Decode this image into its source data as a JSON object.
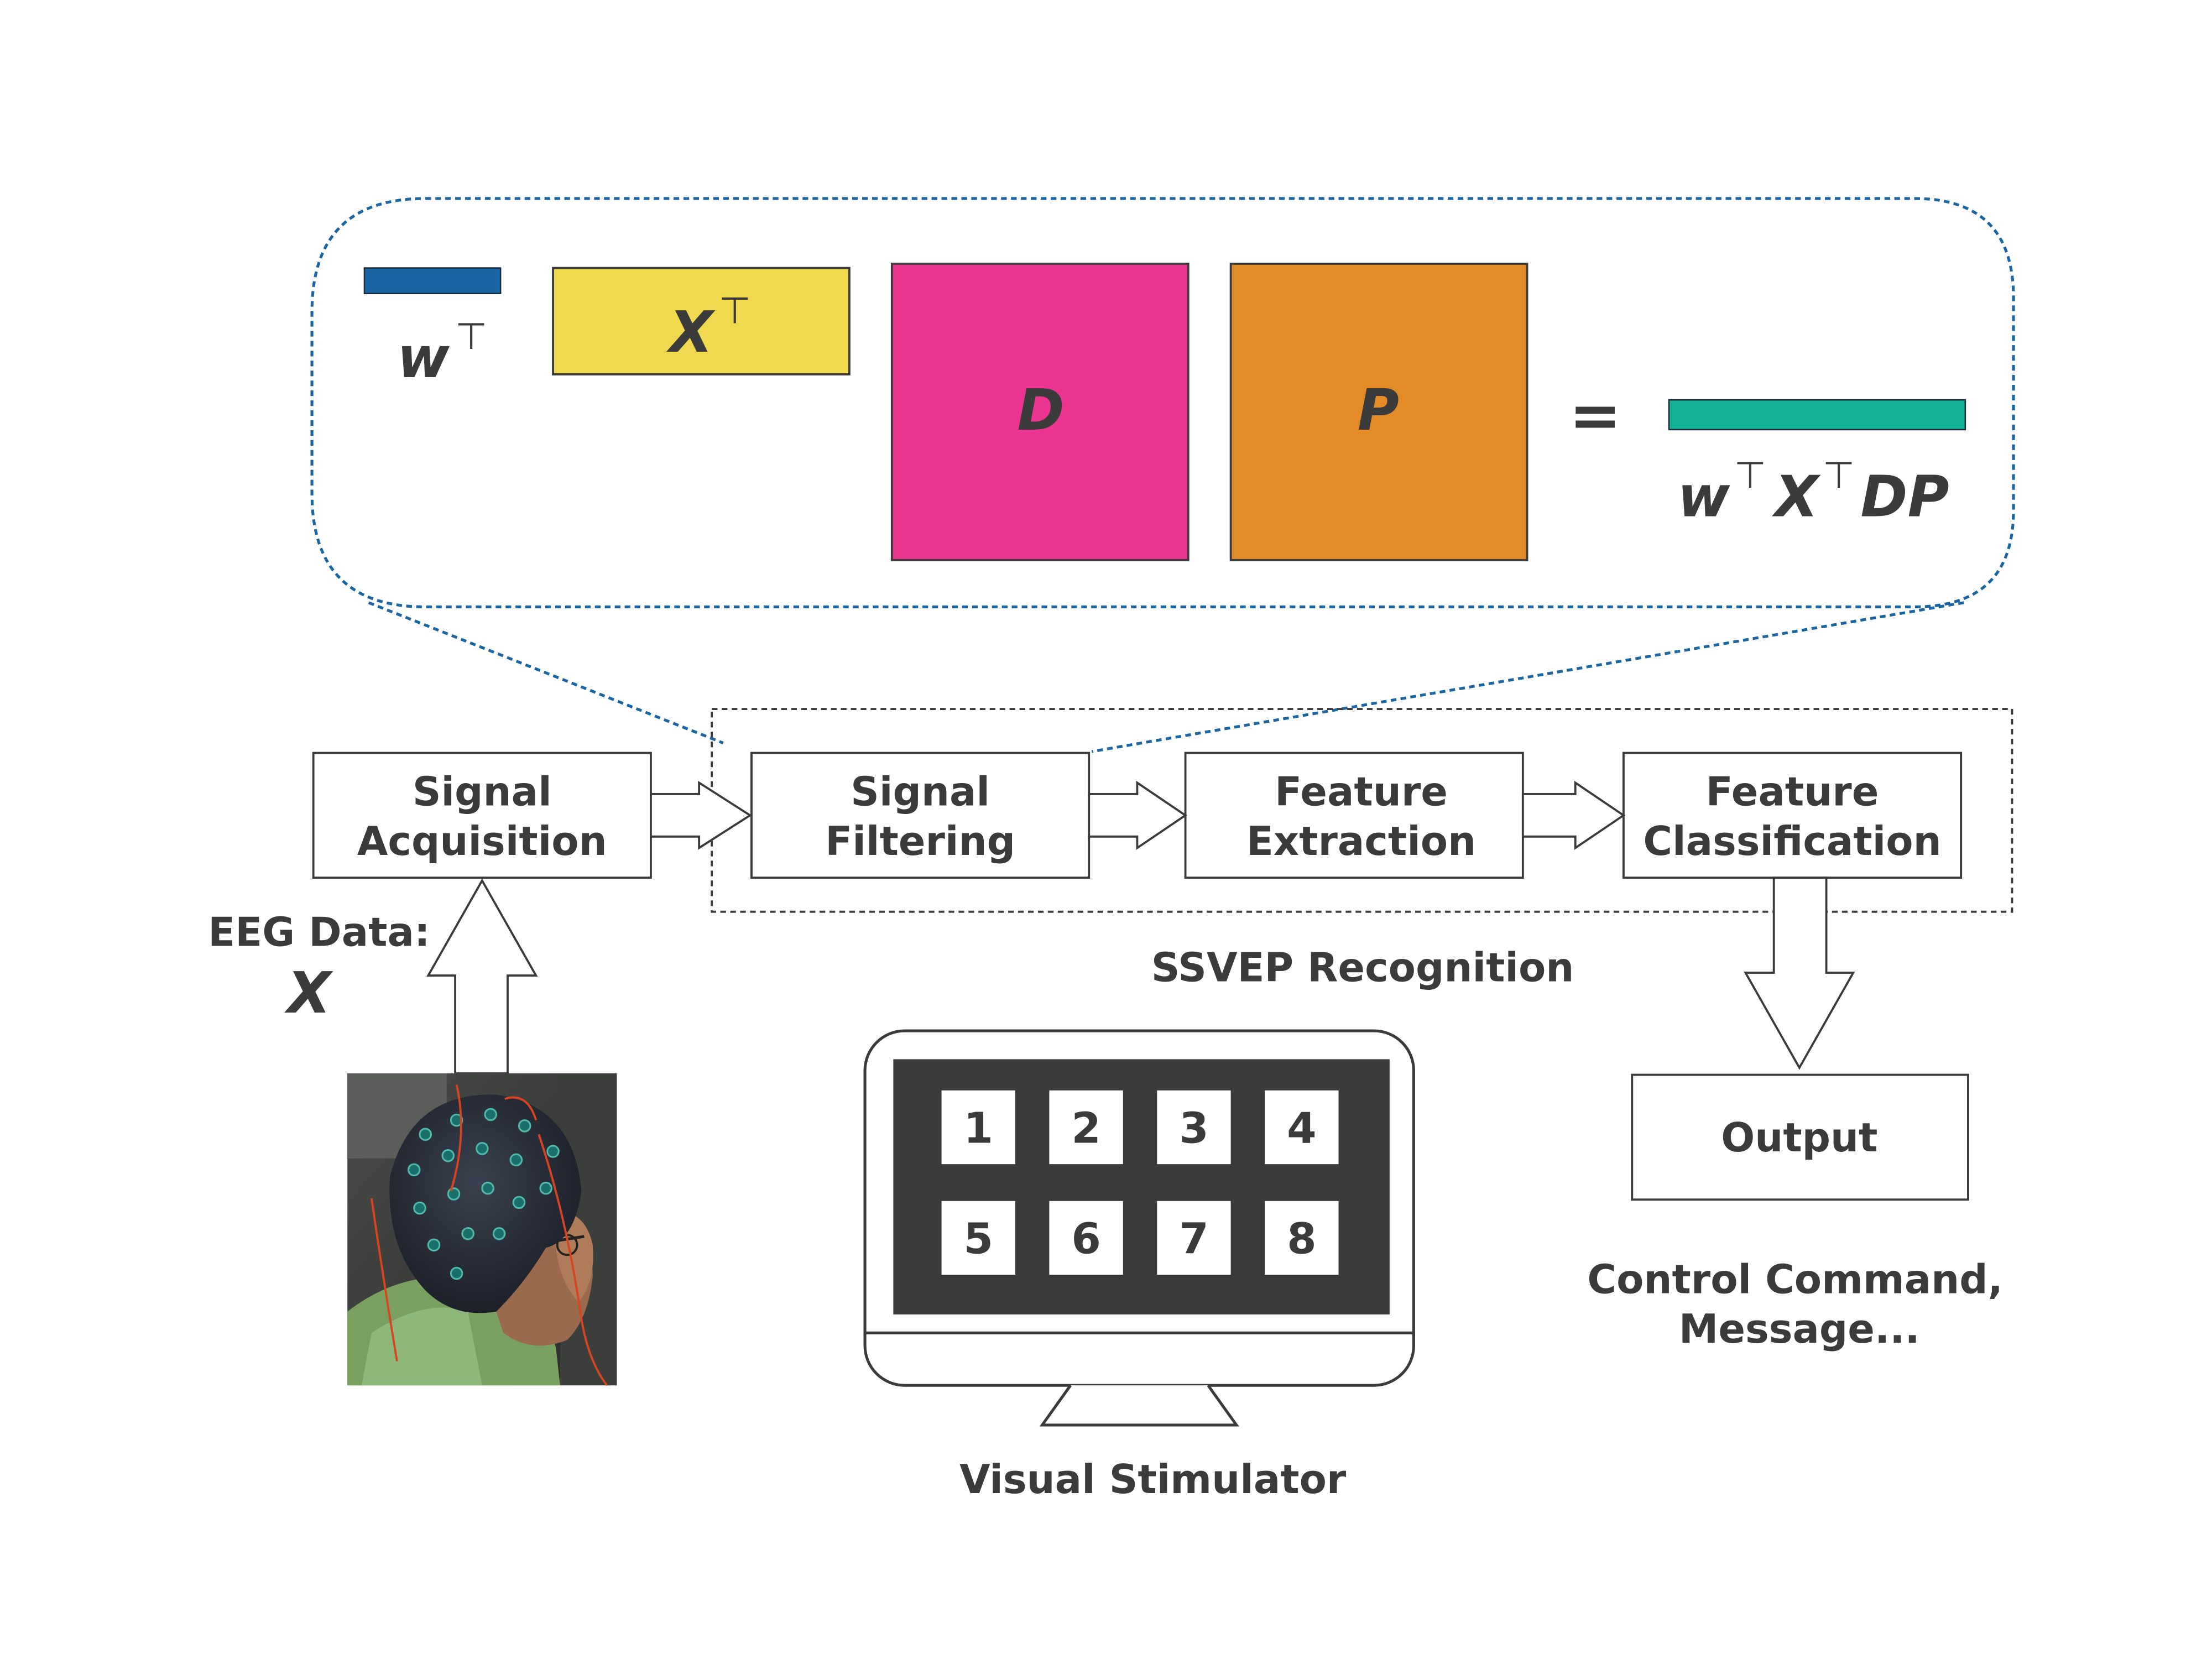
{
  "zoom": {
    "w_symbol": "w",
    "x_symbol": "X",
    "transpose_mark": "⊤",
    "d_label": "D",
    "p_label": "P",
    "equals": "=",
    "result_w": "w",
    "result_x": "X",
    "result_dp": "DP",
    "colors": {
      "w": "#1a65a3",
      "x": "#f0d84f",
      "d": "#ec3591",
      "p": "#e38b27",
      "result": "#13b294",
      "callout": "#1a65a3"
    }
  },
  "pipeline": {
    "signal_acquisition": [
      "Signal",
      "Acquisition"
    ],
    "signal_filtering": [
      "Signal",
      "Filtering"
    ],
    "feature_extraction": [
      "Feature",
      "Extraction"
    ],
    "feature_classification": [
      "Feature",
      "Classification"
    ],
    "recognition_label": "SSVEP Recognition",
    "output_label": "Output",
    "output_caption": [
      "Control Command,",
      "Message..."
    ]
  },
  "input": {
    "eeg_label": "EEG Data:",
    "eeg_symbol": "X"
  },
  "stimulator": {
    "keys": [
      "1",
      "2",
      "3",
      "4",
      "5",
      "6",
      "7",
      "8"
    ],
    "label": "Visual Stimulator"
  }
}
